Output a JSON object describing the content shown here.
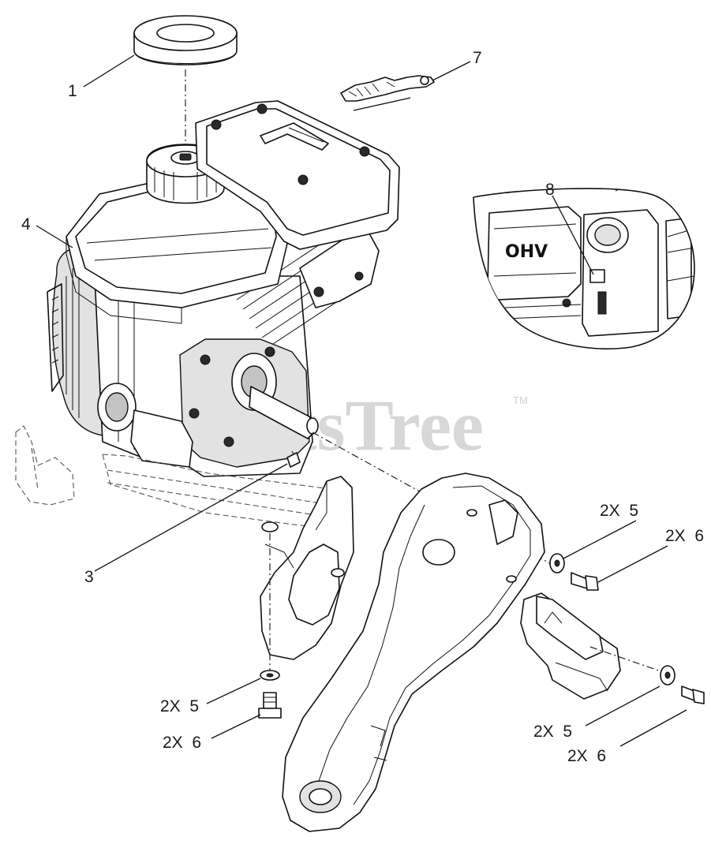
{
  "watermark": {
    "text": "PartsTree",
    "trademark": "TM"
  },
  "decal_text": "OHV",
  "callouts": [
    {
      "id": "c1",
      "label": "1"
    },
    {
      "id": "c7",
      "label": "7"
    },
    {
      "id": "c8",
      "label": "8"
    },
    {
      "id": "c4",
      "label": "4"
    },
    {
      "id": "c3",
      "label": "3"
    },
    {
      "id": "c5a",
      "label": "2X  5"
    },
    {
      "id": "c6a",
      "label": "2X  6"
    },
    {
      "id": "c5b",
      "label": "2X  5"
    },
    {
      "id": "c6b",
      "label": "2X  6"
    },
    {
      "id": "c5c",
      "label": "2X  5"
    },
    {
      "id": "c6c",
      "label": "2X  6"
    }
  ]
}
